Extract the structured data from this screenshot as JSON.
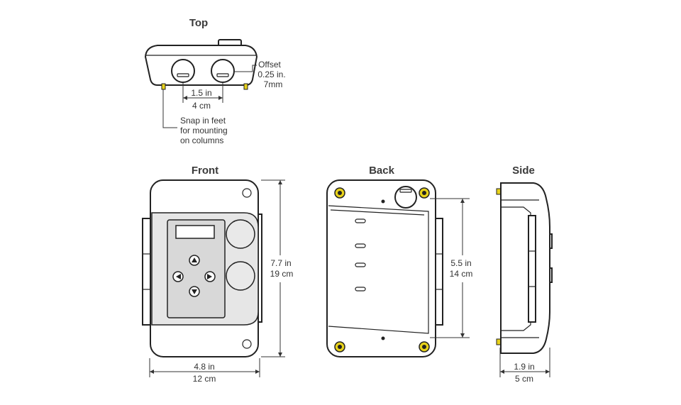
{
  "views": {
    "top": {
      "title": "Top",
      "offset_label": "Offset",
      "offset_in": "0.25 in.",
      "offset_mm": "7mm",
      "spacing_in": "1.5 in",
      "spacing_cm": "4 cm",
      "feet_note_1": "Snap in feet",
      "feet_note_2": "for mounting",
      "feet_note_3": "on columns"
    },
    "front": {
      "title": "Front",
      "height_in": "7.7 in",
      "height_cm": "19 cm",
      "width_in": "4.8 in",
      "width_cm": "12 cm"
    },
    "back": {
      "title": "Back",
      "height_in": "5.5 in",
      "height_cm": "14 cm"
    },
    "side": {
      "title": "Side",
      "depth_in": "1.9 in",
      "depth_cm": "5 cm"
    }
  },
  "colors": {
    "outline": "#222222",
    "panel": "#e6e6e6",
    "screw": "#e8d21a",
    "text": "#333333"
  }
}
